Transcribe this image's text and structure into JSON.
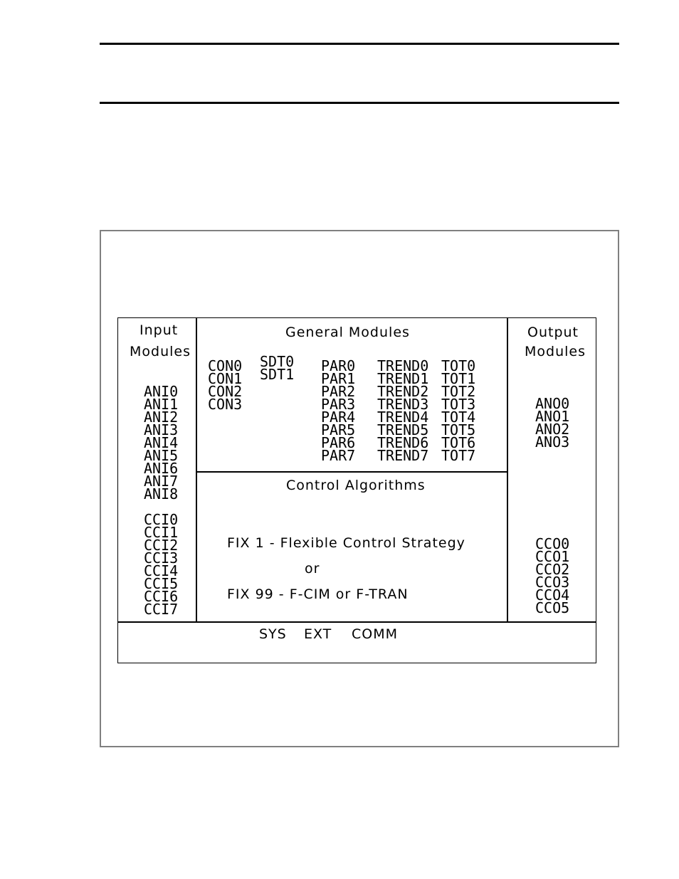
{
  "diagram": {
    "input_panel": {
      "title_line1": "Input",
      "title_line2": "Modules",
      "analog_inputs": [
        "ANI0",
        "ANI1",
        "ANI2",
        "ANI3",
        "ANI4",
        "ANI5",
        "ANI6",
        "ANI7",
        "ANI8"
      ],
      "contact_inputs": [
        "CCI0",
        "CCI1",
        "CCI2",
        "CCI3",
        "CCI4",
        "CCI5",
        "CCI6",
        "CCI7"
      ]
    },
    "general_panel": {
      "title": "General Modules",
      "con": [
        "CON0",
        "CON1",
        "CON2",
        "CON3"
      ],
      "sdt": [
        "SDT0",
        "SDT1"
      ],
      "par": [
        "PAR0",
        "PAR1",
        "PAR2",
        "PAR3",
        "PAR4",
        "PAR5",
        "PAR6",
        "PAR7"
      ],
      "trend": [
        "TREND0",
        "TREND1",
        "TREND2",
        "TREND3",
        "TREND4",
        "TREND5",
        "TREND6",
        "TREND7"
      ],
      "tot": [
        "TOT0",
        "TOT1",
        "TOT2",
        "TOT3",
        "TOT4",
        "TOT5",
        "TOT6",
        "TOT7"
      ]
    },
    "control_panel": {
      "title": "Control Algorithms",
      "line1": "FIX 1 - Flexible Control Strategy",
      "line2": "or",
      "line3": "FIX 99 - F-CIM  or  F-TRAN"
    },
    "output_panel": {
      "title_line1": "Output",
      "title_line2": "Modules",
      "analog_outputs": [
        "ANO0",
        "ANO1",
        "ANO2",
        "ANO3"
      ],
      "contact_outputs": [
        "CCO0",
        "CCO1",
        "CCO2",
        "CCO3",
        "CCO4",
        "CCO5"
      ]
    },
    "system_bar": {
      "sys": "SYS",
      "ext": "EXT",
      "comm": "COMM"
    }
  }
}
